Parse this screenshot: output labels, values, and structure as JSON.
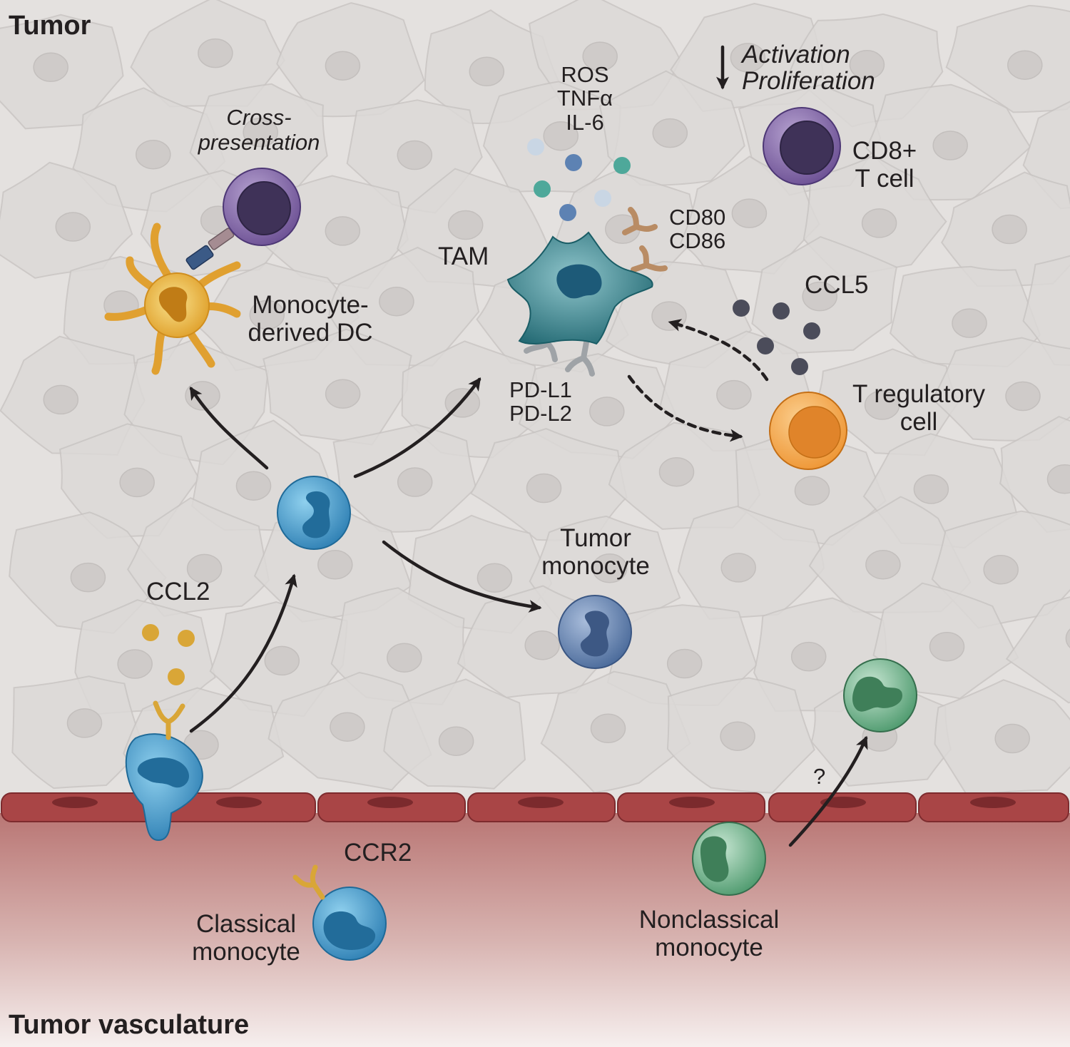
{
  "regions": {
    "tumor": "Tumor",
    "vasculature": "Tumor vasculature"
  },
  "labels": {
    "cross_presentation": [
      "Cross-",
      "presentation"
    ],
    "monocyte_dc": [
      "Monocyte-",
      "derived DC"
    ],
    "cytokines": [
      "ROS",
      "TNFα",
      "IL-6"
    ],
    "tam": "TAM",
    "costim": [
      "CD80",
      "CD86"
    ],
    "checkpoint": [
      "PD-L1",
      "PD-L2"
    ],
    "activation": [
      "Activation",
      "Proliferation"
    ],
    "cd8": [
      "CD8+",
      "T cell"
    ],
    "ccl5": "CCL5",
    "treg": [
      "T regulatory",
      "cell"
    ],
    "tumor_monocyte": [
      "Tumor",
      "monocyte"
    ],
    "ccl2": "CCL2",
    "ccr2": "CCR2",
    "classical": [
      "Classical",
      "monocyte"
    ],
    "nonclassical": [
      "Nonclassical",
      "monocyte"
    ],
    "question": "?"
  },
  "colors": {
    "tissue_bg": "#e4e1df",
    "tumor_cell_fill": "#dcd9d7",
    "tumor_cell_stroke": "#c9c5c3",
    "endothelium": "#a33f40",
    "vessel_top": "#b97674",
    "classical_monocyte": "#3a8fc0",
    "dendritic_cell": "#e7a62d",
    "tam": "#2f7d86",
    "cd8_t_cell": "#7a5ea0",
    "t_regulatory_cell": "#ef9a3c",
    "tumor_monocyte": "#5478a8",
    "nonclassical_monocyte": "#4f9a70",
    "ccl2_dot": "#d9a637",
    "ccl5_dot": "#4b4c5a",
    "arrow": "#231f20"
  }
}
